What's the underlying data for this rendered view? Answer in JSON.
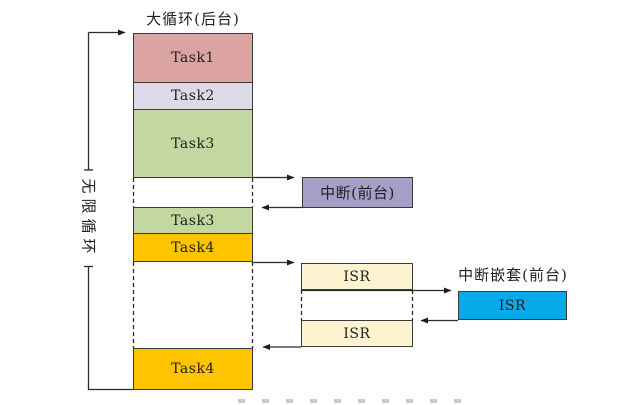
{
  "diagram": {
    "title": "大循环(后台)",
    "loop_label": "无限循环"
  },
  "stack": {
    "tasks": [
      {
        "label": "Task1",
        "color": "#dba4a2"
      },
      {
        "label": "Task2",
        "color": "#dcd9e9"
      },
      {
        "label": "Task3",
        "color": "#c3d7a1"
      },
      {
        "label": "Task3",
        "color": "#c3d7a1"
      },
      {
        "label": "Task4",
        "color": "#ffc400"
      },
      {
        "label": "Task4",
        "color": "#ffc400"
      }
    ]
  },
  "foreground": {
    "interrupt": {
      "label": "中断(前台)",
      "color": "#a89fc8"
    },
    "isr1": {
      "label": "ISR",
      "color": "#fdf3d0"
    },
    "isr2": {
      "label": "ISR",
      "color": "#fdf3d0"
    },
    "nested": {
      "title": "中断嵌套(前台)",
      "label": "ISR",
      "color": "#0aa9eb"
    }
  },
  "line_color": "#2b2b2b"
}
